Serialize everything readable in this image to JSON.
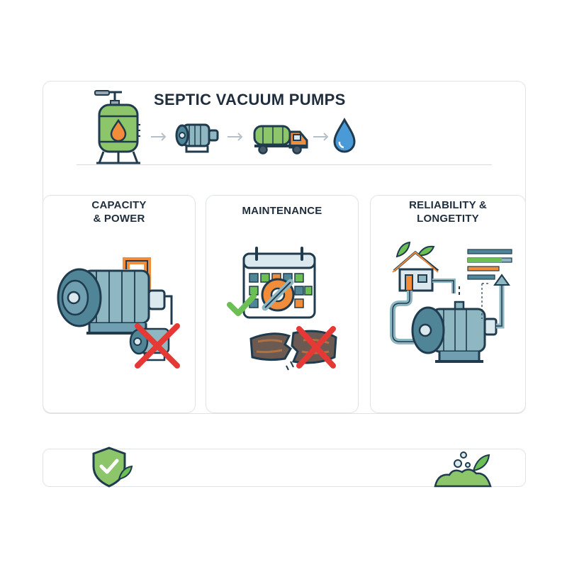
{
  "header": {
    "title": "SEPTIC VACUUM PUMPS"
  },
  "flow": {
    "steps": [
      "tank-icon",
      "pump-icon",
      "truck-icon",
      "water-drop-icon"
    ],
    "arrow": "→"
  },
  "cards": [
    {
      "title_line1": "CAPACITY",
      "title_line2": "& POWER",
      "icon": "large-pump-icon",
      "reject_icon": "small-pump-crossed-icon"
    },
    {
      "title_line1": "MAINTENANCE",
      "title_line2": "",
      "icon": "calendar-wrench-icon",
      "reject_icon": "broken-pipe-crossed-icon"
    },
    {
      "title_line1": "RELIABILITY &",
      "title_line2": "LONGETITY",
      "icon": "house-pump-icon",
      "reject_icon": ""
    }
  ],
  "footer": {
    "left_icon": "shield-check-icon",
    "right_icon": "eco-bubbles-icon"
  },
  "colors": {
    "outline": "#1f3b4d",
    "pump_teal": "#8fb7c2",
    "pump_dark": "#4f8597",
    "orange": "#f08c3a",
    "green": "#6cbf55",
    "red_cross": "#e53935",
    "water_blue": "#4a9ad8",
    "border": "#dfe3e8"
  }
}
